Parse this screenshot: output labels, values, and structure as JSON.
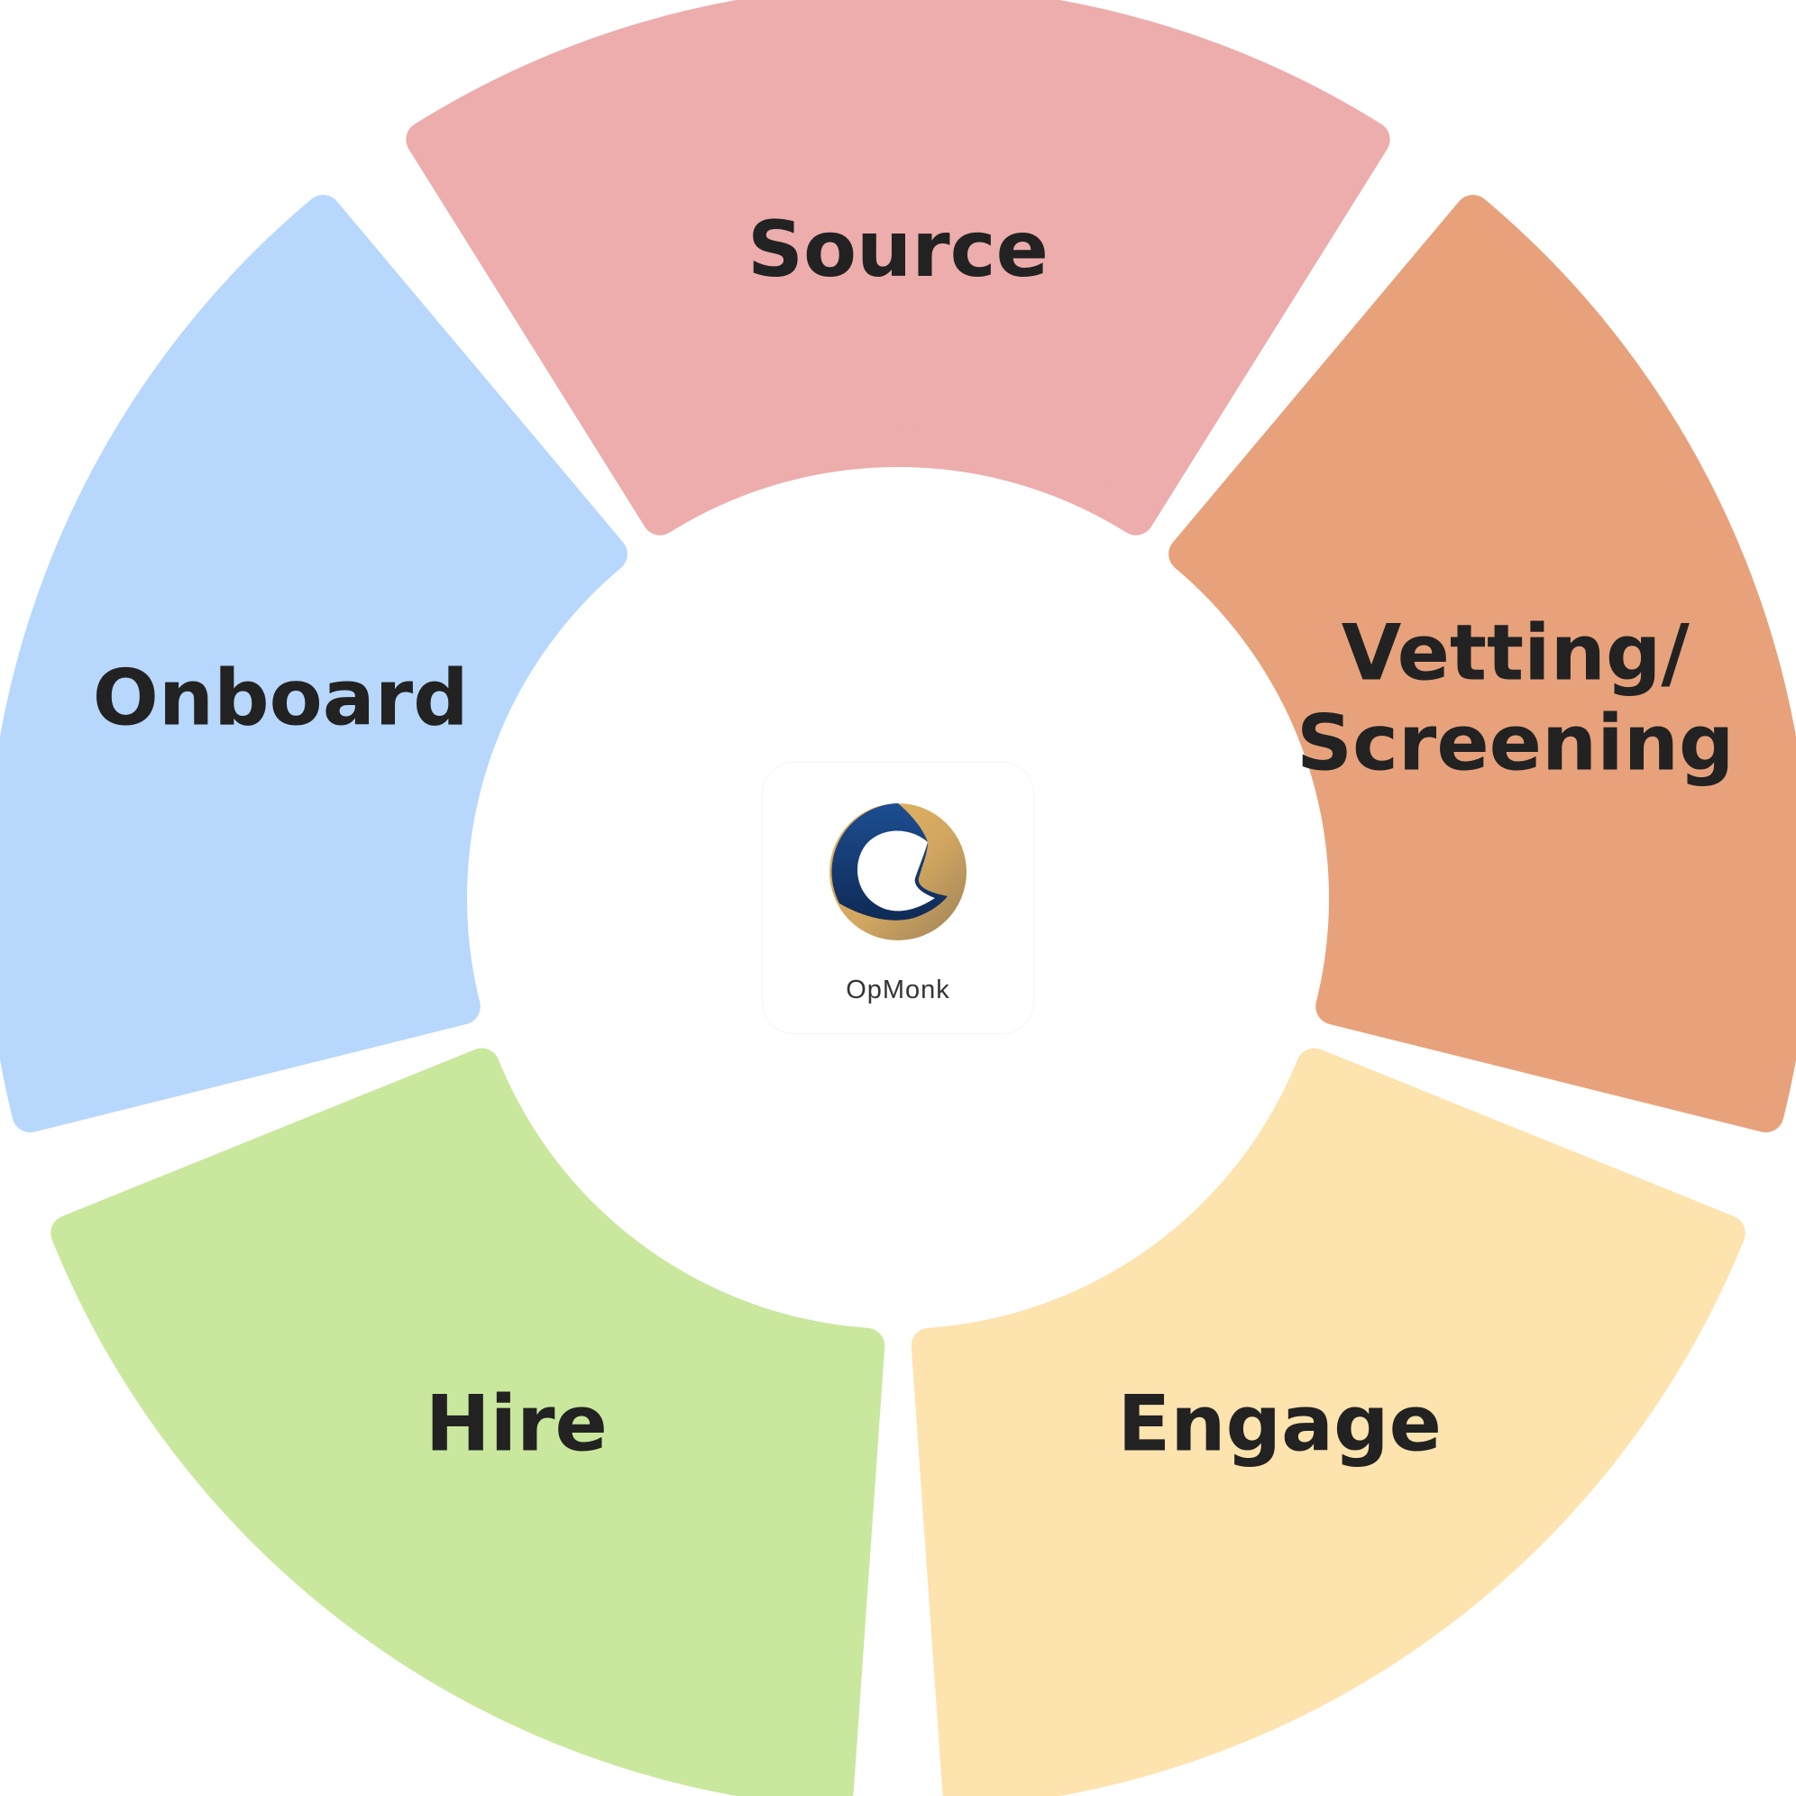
{
  "diagram": {
    "segments": [
      {
        "id": "source",
        "lines": [
          "Source"
        ],
        "color": "#EDADAD"
      },
      {
        "id": "vetting",
        "lines": [
          "Vetting/",
          "Screening"
        ],
        "color": "#E7A27C"
      },
      {
        "id": "engage",
        "lines": [
          "Engage"
        ],
        "color": "#FDE3AE"
      },
      {
        "id": "hire",
        "lines": [
          "Hire"
        ],
        "color": "#C9E89E"
      },
      {
        "id": "onboard",
        "lines": [
          "Onboard"
        ],
        "color": "#B7D7FD"
      }
    ],
    "center": {
      "brand": "OpMonk",
      "logo_icon": "opmonk-logo-icon",
      "logo_colors": {
        "navy": "#17386F",
        "gold": "#D9AE5E",
        "bronze": "#A88A5C"
      }
    }
  }
}
